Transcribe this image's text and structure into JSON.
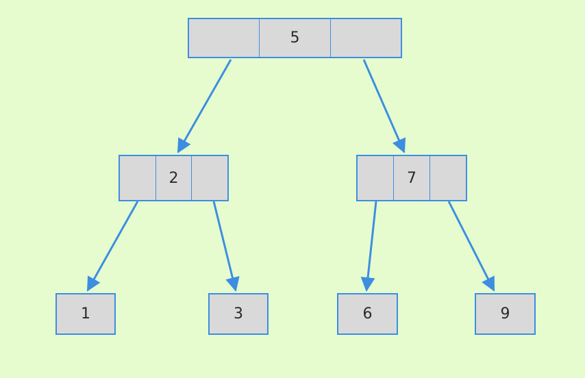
{
  "diagram": {
    "type": "tree",
    "edge_color": "#3d8ee0",
    "node_fill": "#d9d9d9",
    "background": "#e6fccf",
    "nodes": {
      "n5": {
        "value": "5"
      },
      "n2": {
        "value": "2"
      },
      "n7": {
        "value": "7"
      },
      "n1": {
        "value": "1"
      },
      "n3": {
        "value": "3"
      },
      "n6": {
        "value": "6"
      },
      "n9": {
        "value": "9"
      }
    },
    "edges": [
      {
        "from": "5",
        "to": "2"
      },
      {
        "from": "5",
        "to": "7"
      },
      {
        "from": "2",
        "to": "1"
      },
      {
        "from": "2",
        "to": "3"
      },
      {
        "from": "7",
        "to": "6"
      },
      {
        "from": "7",
        "to": "9"
      }
    ]
  }
}
